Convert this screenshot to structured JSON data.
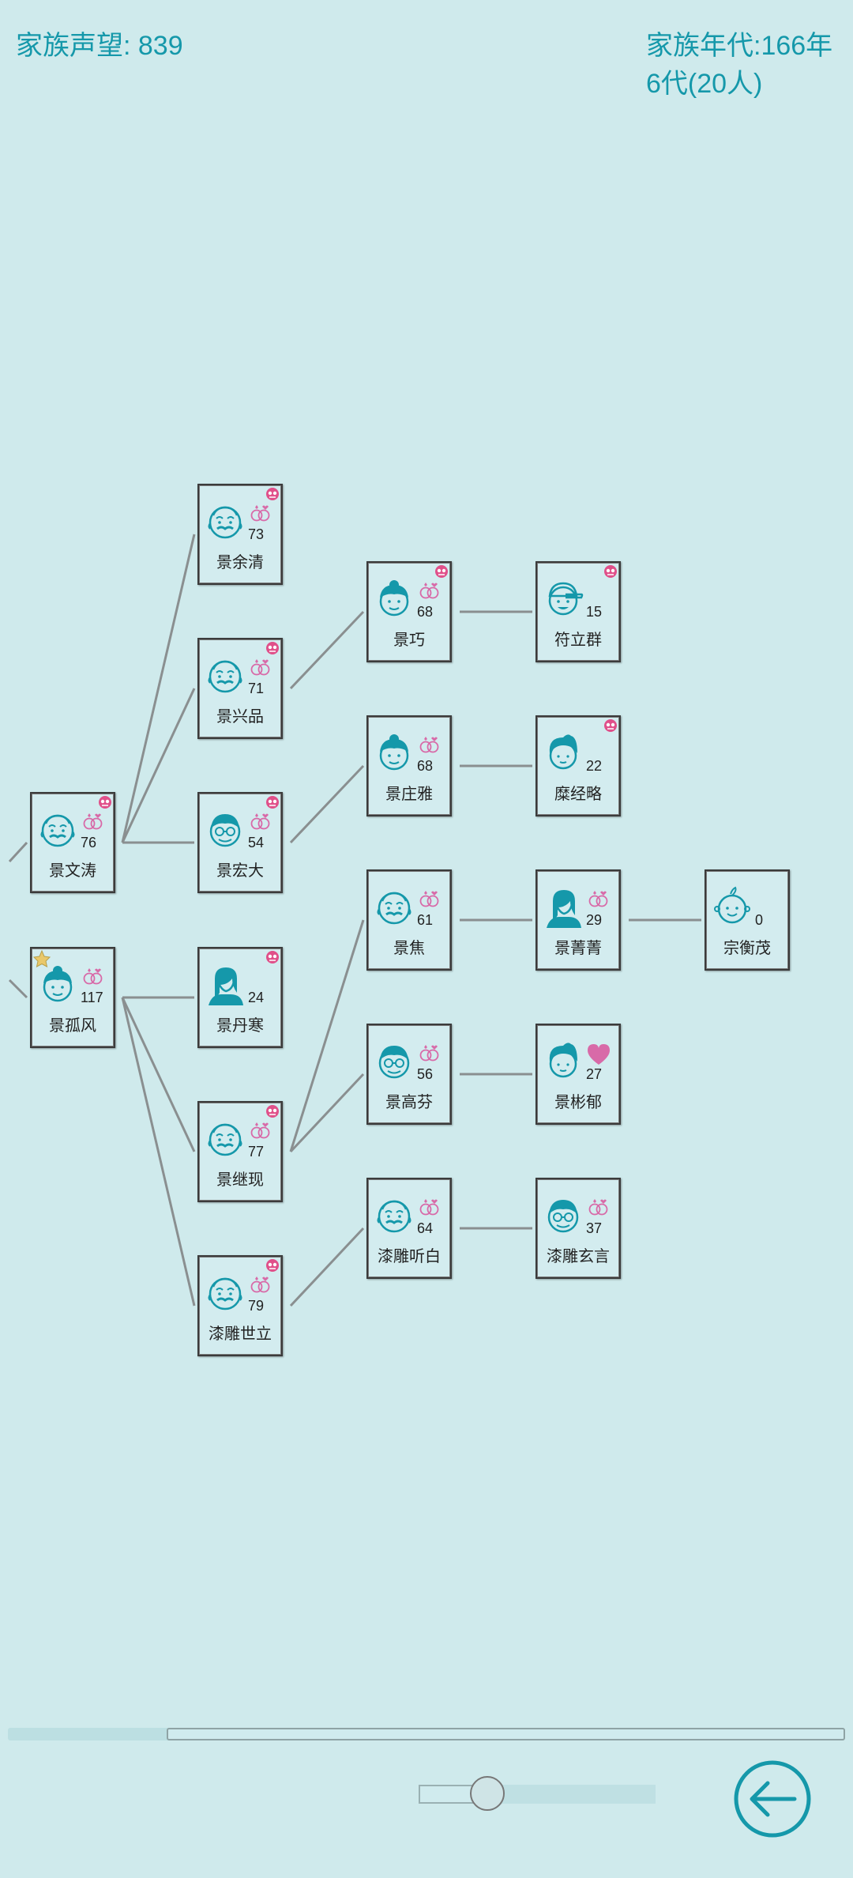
{
  "header": {
    "prestige": "家族声望: 839",
    "era": "家族年代:166年",
    "generations": "6代(20人)"
  },
  "colors": {
    "accent": "#1598aa",
    "ring": "#d86aa8",
    "skull": "#e0508a",
    "star": "#e9c86a"
  },
  "members": [
    {
      "id": "wentao",
      "name": "景文涛",
      "age": "76",
      "avatar": "old-man-icon",
      "married": true,
      "deceased": true
    },
    {
      "id": "gufeng",
      "name": "景孤风",
      "age": "117",
      "avatar": "woman-bun-icon",
      "married": true,
      "deceased": false,
      "head": true
    },
    {
      "id": "yuqing",
      "name": "景余清",
      "age": "73",
      "avatar": "old-man-icon",
      "married": true,
      "deceased": true
    },
    {
      "id": "xingpin",
      "name": "景兴品",
      "age": "71",
      "avatar": "old-man-icon",
      "married": true,
      "deceased": true
    },
    {
      "id": "hongda",
      "name": "景宏大",
      "age": "54",
      "avatar": "man-glasses-icon",
      "married": true,
      "deceased": true
    },
    {
      "id": "danhan",
      "name": "景丹寒",
      "age": "24",
      "avatar": "woman-long-hair-icon",
      "married": false,
      "deceased": true
    },
    {
      "id": "jixian",
      "name": "景继现",
      "age": "77",
      "avatar": "old-man-icon",
      "married": true,
      "deceased": true
    },
    {
      "id": "shili",
      "name": "漆雕世立",
      "age": "79",
      "avatar": "old-man-icon",
      "married": true,
      "deceased": true
    },
    {
      "id": "qiao",
      "name": "景巧",
      "age": "68",
      "avatar": "woman-bun-icon",
      "married": true,
      "deceased": true
    },
    {
      "id": "zhuangya",
      "name": "景庄雅",
      "age": "68",
      "avatar": "woman-bun-icon",
      "married": true,
      "deceased": false
    },
    {
      "id": "jiao",
      "name": "景焦",
      "age": "61",
      "avatar": "old-man-icon",
      "married": true,
      "deceased": false
    },
    {
      "id": "gaofen",
      "name": "景高芬",
      "age": "56",
      "avatar": "man-glasses-icon",
      "married": true,
      "deceased": false
    },
    {
      "id": "tingbai",
      "name": "漆雕听白",
      "age": "64",
      "avatar": "old-man-icon",
      "married": true,
      "deceased": false
    },
    {
      "id": "liqun",
      "name": "符立群",
      "age": "15",
      "avatar": "boy-cap-icon",
      "married": false,
      "deceased": true
    },
    {
      "id": "jinglue",
      "name": "糜经略",
      "age": "22",
      "avatar": "young-man-icon",
      "married": false,
      "deceased": true
    },
    {
      "id": "jingjing",
      "name": "景菁菁",
      "age": "29",
      "avatar": "woman-long-hair-icon",
      "married": true,
      "deceased": false
    },
    {
      "id": "binyu",
      "name": "景彬郁",
      "age": "27",
      "avatar": "young-man-icon",
      "married": false,
      "deceased": false,
      "love": true
    },
    {
      "id": "xuanyan",
      "name": "漆雕玄言",
      "age": "37",
      "avatar": "man-glasses-icon",
      "married": true,
      "deceased": false
    },
    {
      "id": "hengmao",
      "name": "宗衡茂",
      "age": "0",
      "avatar": "baby-icon",
      "married": false,
      "deceased": false
    }
  ],
  "footer": {
    "back_icon": "back-arrow-icon",
    "zoom_level": 0.29,
    "scroll_thumb_fraction": 0.81
  }
}
